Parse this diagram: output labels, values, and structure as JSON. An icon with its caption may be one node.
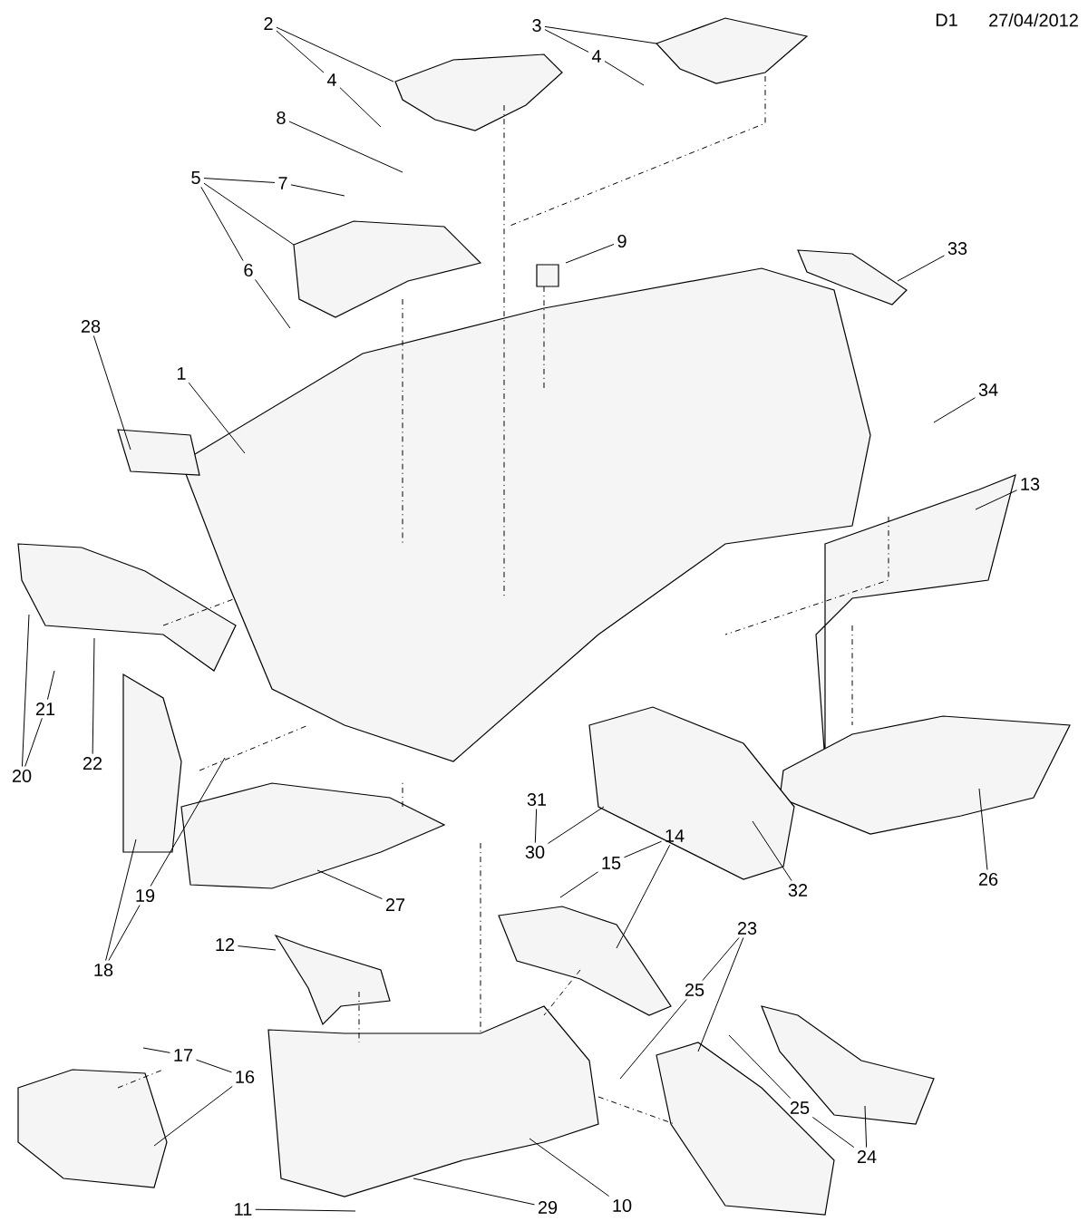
{
  "diagram": {
    "nodes": [
      {
        "text": [
          "2"
        ]
      },
      {
        "text": [
          "3"
        ]
      },
      {
        "text": [
          "4"
        ]
      },
      {
        "text": [
          "4"
        ]
      },
      {
        "text": [
          "8"
        ]
      },
      {
        "text": [
          "5"
        ]
      },
      {
        "text": [
          "7"
        ]
      },
      {
        "text": [
          "9"
        ]
      },
      {
        "text": [
          "33"
        ]
      },
      {
        "text": [
          "6"
        ]
      },
      {
        "text": [
          "28"
        ]
      },
      {
        "text": [
          "1"
        ]
      },
      {
        "text": [
          "34"
        ]
      },
      {
        "text": [
          "13"
        ]
      },
      {
        "text": [
          "21"
        ]
      },
      {
        "text": [
          "22"
        ]
      },
      {
        "text": [
          "20"
        ]
      },
      {
        "text": [
          "31"
        ]
      },
      {
        "text": [
          "30"
        ]
      },
      {
        "text": [
          "14"
        ]
      },
      {
        "text": [
          "15"
        ]
      },
      {
        "text": [
          "26"
        ]
      },
      {
        "text": [
          "32"
        ]
      },
      {
        "text": [
          "19"
        ]
      },
      {
        "text": [
          "27"
        ]
      },
      {
        "text": [
          "23"
        ]
      },
      {
        "text": [
          "12"
        ]
      },
      {
        "text": [
          "18"
        ]
      },
      {
        "text": [
          "25"
        ]
      },
      {
        "text": [
          "17"
        ]
      },
      {
        "text": [
          "16"
        ]
      },
      {
        "text": [
          "25"
        ]
      },
      {
        "text": [
          "24"
        ]
      },
      {
        "text": [
          "11"
        ]
      },
      {
        "text": [
          "29"
        ]
      },
      {
        "text": [
          "10"
        ]
      }
    ],
    "edges": [
      {
        "from": 0,
        "to": 2,
        "arrow": "none"
      },
      {
        "from": 0,
        "to": null,
        "arrow": "none"
      },
      {
        "from": 2,
        "to": null,
        "arrow": "none"
      },
      {
        "from": 1,
        "to": 3,
        "arrow": "none"
      },
      {
        "from": 1,
        "to": null,
        "arrow": "none"
      },
      {
        "from": 3,
        "to": null,
        "arrow": "none"
      },
      {
        "from": 4,
        "to": null,
        "arrow": "none"
      },
      {
        "from": 5,
        "to": 6,
        "arrow": "none"
      },
      {
        "from": 5,
        "to": 9,
        "arrow": "none"
      },
      {
        "from": 5,
        "to": null,
        "arrow": "none"
      },
      {
        "from": 6,
        "to": null,
        "arrow": "none"
      },
      {
        "from": 9,
        "to": null,
        "arrow": "none"
      },
      {
        "from": 7,
        "to": null,
        "arrow": "none"
      },
      {
        "from": 8,
        "to": null,
        "arrow": "none"
      },
      {
        "from": 10,
        "to": null,
        "arrow": "none"
      },
      {
        "from": 11,
        "to": null,
        "arrow": "none"
      },
      {
        "from": 12,
        "to": null,
        "arrow": "none"
      },
      {
        "from": 13,
        "to": null,
        "arrow": "none"
      },
      {
        "from": 16,
        "to": 14,
        "arrow": "none"
      },
      {
        "from": 16,
        "to": null,
        "arrow": "none"
      },
      {
        "from": 14,
        "to": null,
        "arrow": "none"
      },
      {
        "from": 15,
        "to": null,
        "arrow": "none"
      },
      {
        "from": 18,
        "to": 17,
        "arrow": "none"
      },
      {
        "from": 18,
        "to": null,
        "arrow": "none"
      },
      {
        "from": 19,
        "to": 20,
        "arrow": "none"
      },
      {
        "from": 19,
        "to": null,
        "arrow": "none"
      },
      {
        "from": 20,
        "to": null,
        "arrow": "none"
      },
      {
        "from": 21,
        "to": null,
        "arrow": "none"
      },
      {
        "from": 22,
        "to": null,
        "arrow": "none"
      },
      {
        "from": 23,
        "to": null,
        "arrow": "none"
      },
      {
        "from": 24,
        "to": null,
        "arrow": "none"
      },
      {
        "from": 25,
        "to": 28,
        "arrow": "none"
      },
      {
        "from": 25,
        "to": null,
        "arrow": "none"
      },
      {
        "from": 26,
        "to": null,
        "arrow": "none"
      },
      {
        "from": 27,
        "to": 23,
        "arrow": "none"
      },
      {
        "from": 27,
        "to": null,
        "arrow": "none"
      },
      {
        "from": 28,
        "to": null,
        "arrow": "none"
      },
      {
        "from": 29,
        "to": null,
        "arrow": "none"
      },
      {
        "from": 30,
        "to": 29,
        "arrow": "none"
      },
      {
        "from": 30,
        "to": null,
        "arrow": "none"
      },
      {
        "from": 31,
        "to": 32,
        "arrow": "none"
      },
      {
        "from": 31,
        "to": null,
        "arrow": "none"
      },
      {
        "from": 32,
        "to": null,
        "arrow": "none"
      },
      {
        "from": 33,
        "to": null,
        "arrow": "none"
      },
      {
        "from": 34,
        "to": null,
        "arrow": "none"
      },
      {
        "from": 35,
        "to": null,
        "arrow": "none"
      }
    ],
    "labels": [
      "D1",
      "27/04/2012"
    ]
  }
}
